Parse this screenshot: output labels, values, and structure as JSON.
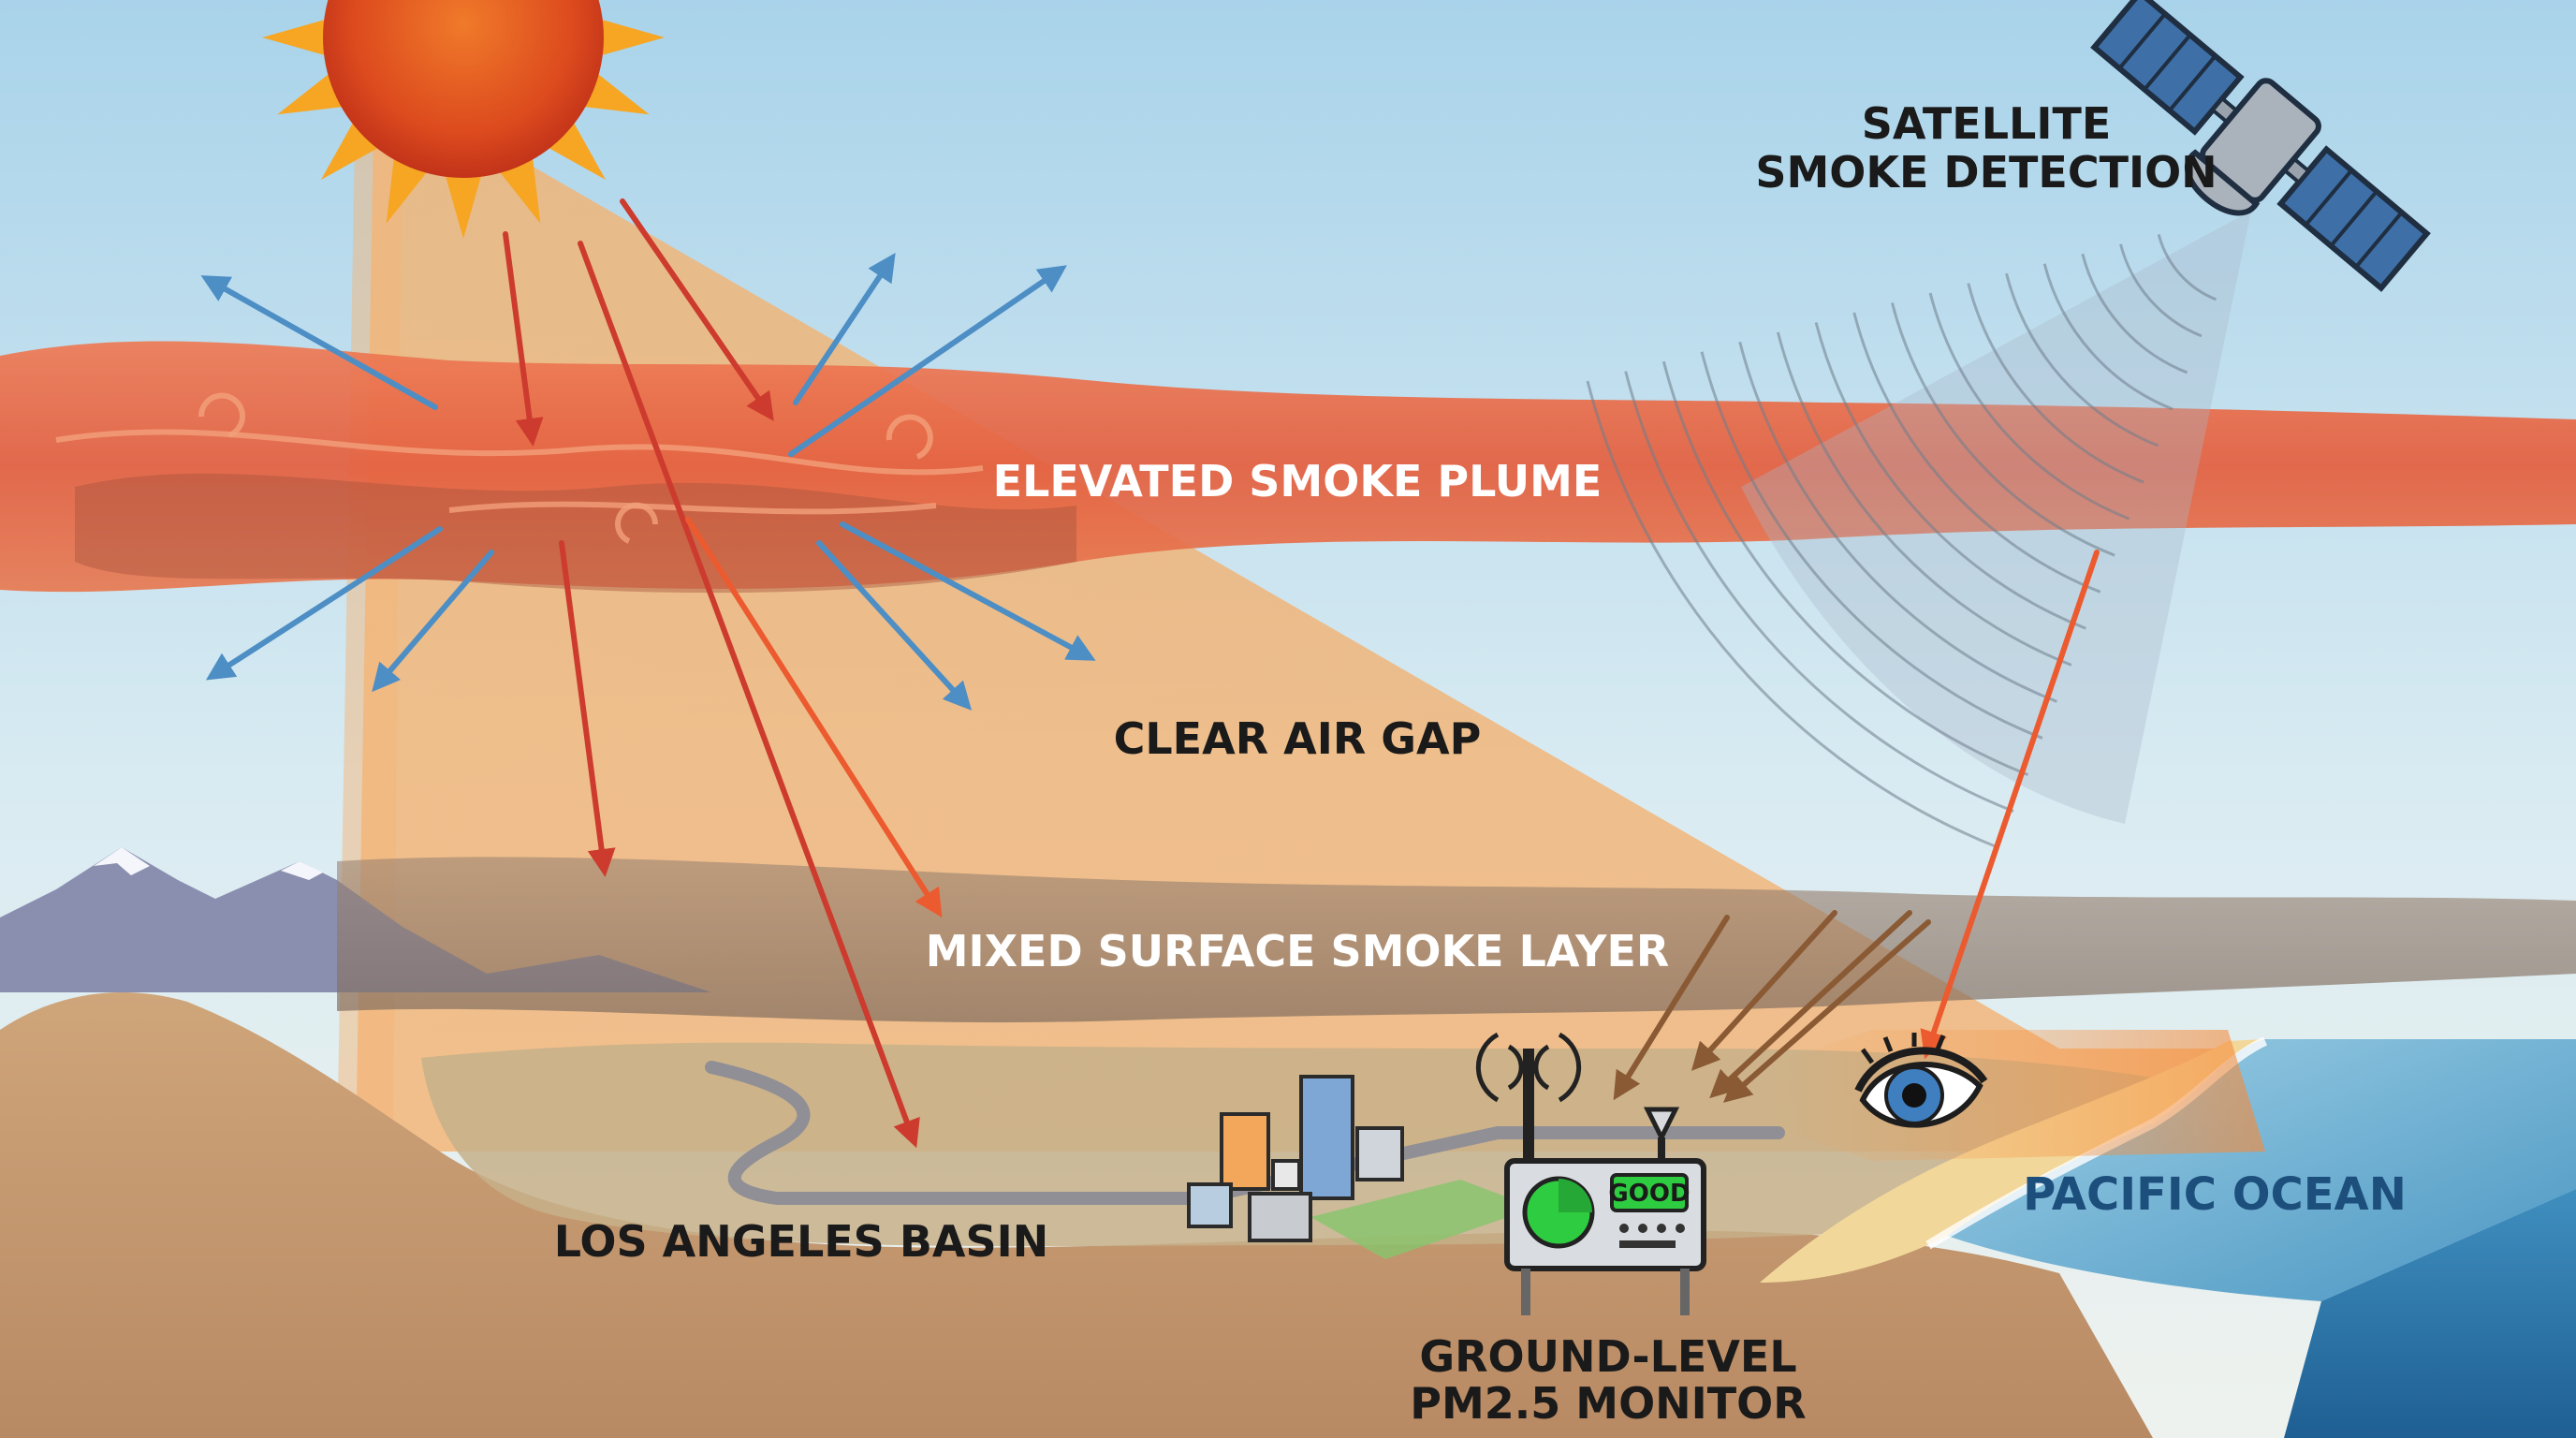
{
  "labels": {
    "satellite": [
      "SATELLITE",
      "SMOKE DETECTION"
    ],
    "elevated_plume": "ELEVATED SMOKE PLUME",
    "clear_gap": "CLEAR AIR GAP",
    "surface_layer": "MIXED SURFACE SMOKE LAYER",
    "basin": "LOS ANGELES BASIN",
    "ocean": "PACIFIC OCEAN",
    "monitor": [
      "GROUND-LEVEL",
      "PM2.5 MONITOR"
    ],
    "monitor_screen": "GOOD"
  },
  "colors": {
    "sky_top": "#a9d3ea",
    "sky_bottom": "#e6f0f3",
    "plume": "#e9694a",
    "surface_smoke": "#8f7a6b",
    "sunlight": "#f7b26b",
    "solar_arrow": "#cc3b2e",
    "scatter_arrow": "#4d8ec5",
    "ocean": "#4a96c2",
    "land": "#c59a74",
    "good_green": "#2ecc40"
  },
  "icons": [
    "sun-icon",
    "satellite-icon",
    "eye-icon",
    "city-buildings-icon",
    "monitor-station-icon",
    "antenna-signal-icon"
  ]
}
